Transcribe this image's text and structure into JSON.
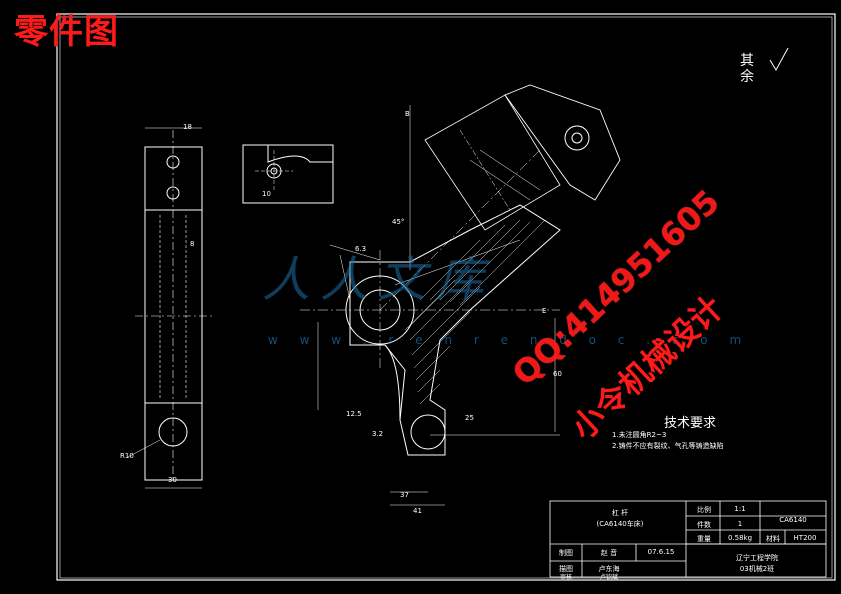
{
  "header": {
    "title": "零件图"
  },
  "roughness": {
    "label": "其余"
  },
  "watermark": {
    "logo": "人人文库",
    "url": "w w w . r e n r e n d o c . c o m",
    "qq": "QQ:414951605",
    "brand": "小令机械设计"
  },
  "tech_requirements": {
    "title": "技术要求",
    "line1": "1.未注圆角R2~3",
    "line2": "2.铸件不应有裂纹、气孔等铸造缺陷"
  },
  "dimensions": {
    "d18": "18",
    "d10": "10",
    "d8": "8",
    "d30": "30",
    "r10": "R10",
    "d45": "45°",
    "d6_3": "6.3",
    "d60": "60",
    "d41": "41",
    "d37": "37",
    "d12_5": "12.5",
    "d25": "25",
    "d3_2": "3.2",
    "dB": "B",
    "dE": "E"
  },
  "title_block": {
    "part_name": "杠 杆",
    "part_sub": "(CA6140车床)",
    "scale_label": "比例",
    "scale": "1:1",
    "qty_label": "件数",
    "qty": "1",
    "drawing_no": "CA6140",
    "weight_label": "重量",
    "weight": "0.58kg",
    "material_label": "材料",
    "material": "HT200",
    "design_label": "制图",
    "designer": "赵 音",
    "date": "07.6.15",
    "draw_label": "描图",
    "drawer": "卢东海",
    "check_label": "审核",
    "checker": "卢钦斌",
    "school": "辽宁工程学院",
    "class": "03机械2班"
  }
}
